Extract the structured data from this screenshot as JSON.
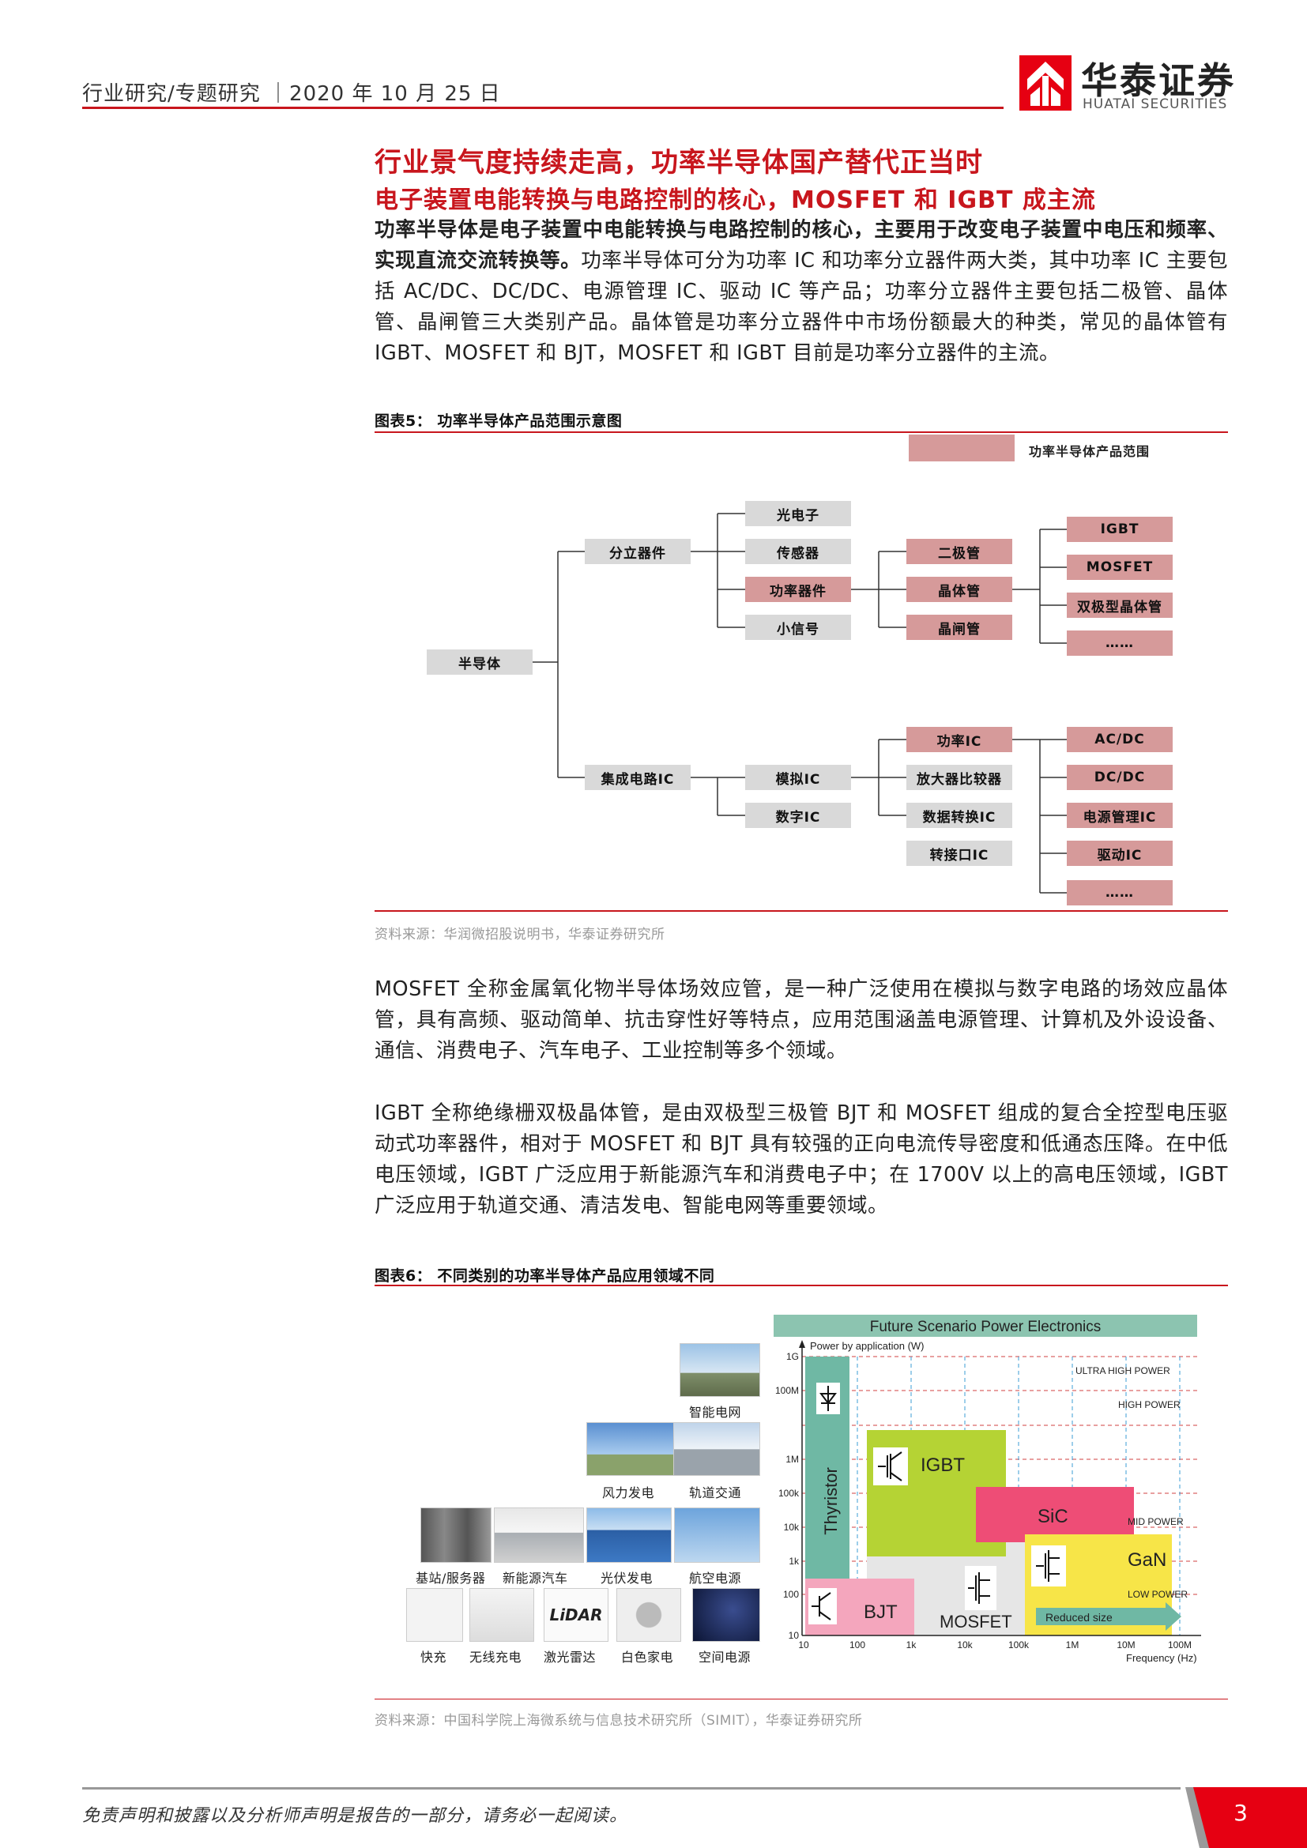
{
  "header": {
    "text": "行业研究/专题研究 ｜2020 年 10 月 25 日",
    "logo_cn": "华泰证券",
    "logo_en": "HUATAI SECURITIES"
  },
  "title1": "行业景气度持续走高，功率半导体国产替代正当时",
  "title2": "电子装置电能转换与电路控制的核心，MOSFET 和 IGBT 成主流",
  "para1_bold": "功率半导体是电子装置中电能转换与电路控制的核心，主要用于改变电子装置中电压和频率、实现直流交流转换等。",
  "para1_rest": "功率半导体可分为功率 IC 和功率分立器件两大类，其中功率 IC 主要包括 AC/DC、DC/DC、电源管理 IC、驱动 IC 等产品；功率分立器件主要包括二极管、晶体管、晶闸管三大类别产品。晶体管是功率分立器件中市场份额最大的种类，常见的晶体管有 IGBT、MOSFET 和 BJT，MOSFET 和 IGBT 目前是功率分立器件的主流。",
  "fig5": {
    "caption": "图表5：   功率半导体产品范围示意图",
    "legend": "功率半导体产品范围",
    "nodes": {
      "root": "半导体",
      "discrete": "分立器件",
      "ic": "集成电路IC",
      "opto": "光电子",
      "sensor": "传感器",
      "power_dev": "功率器件",
      "small_sig": "小信号",
      "diode": "二极管",
      "transistor": "晶体管",
      "thyristor": "晶闸管",
      "igbt": "IGBT",
      "mosfet": "MOSFET",
      "bjt": "双极型晶体管",
      "more1": "……",
      "analog": "模拟IC",
      "digital": "数字IC",
      "power_ic": "功率IC",
      "amp": "放大器比较器",
      "adc": "数据转换IC",
      "iface": "转接口IC",
      "acdc": "AC/DC",
      "dcdc": "DC/DC",
      "pmic": "电源管理IC",
      "driver": "驱动IC",
      "more2": "……"
    },
    "source": "资料来源：华润微招股说明书，华泰证券研究所"
  },
  "para2": "MOSFET 全称金属氧化物半导体场效应管，是一种广泛使用在模拟与数字电路的场效应晶体管，具有高频、驱动简单、抗击穿性好等特点，应用范围涵盖电源管理、计算机及外设设备、通信、消费电子、汽车电子、工业控制等多个领域。",
  "para3": "IGBT 全称绝缘栅双极晶体管，是由双极型三极管 BJT 和 MOSFET 组成的复合全控型电压驱动式功率器件，相对于 MOSFET 和 BJT 具有较强的正向电流传导密度和低通态压降。在中低电压领域，IGBT 广泛应用于新能源汽车和消费电子中；在 1700V 以上的高电压领域，IGBT 广泛应用于轨道交通、清洁发电、智能电网等重要领域。",
  "fig6": {
    "caption": "图表6：   不同类别的功率半导体产品应用领域不同",
    "apps": [
      "智能电网",
      "风力发电",
      "轨道交通",
      "基站/服务器",
      "新能源汽车",
      "光伏发电",
      "航空电源",
      "快充",
      "无线充电",
      "激光雷达",
      "白色家电",
      "空间电源"
    ],
    "lidar_text": "LiDAR",
    "chart_title": "Future Scenario Power Electronics",
    "y_axis_label": "Power by application (W)",
    "x_axis_label": "Frequency (Hz)",
    "y_ticks": [
      "1G",
      "100M",
      "1M",
      "100k",
      "10k",
      "1k",
      "100",
      "10"
    ],
    "x_ticks": [
      "10",
      "100",
      "1k",
      "10k",
      "100k",
      "1M",
      "10M",
      "100M"
    ],
    "levels": [
      "ULTRA HIGH POWER",
      "HIGH POWER",
      "MID POWER",
      "LOW POWER"
    ],
    "regions": {
      "thyristor": "Thyristor",
      "igbt": "IGBT",
      "sic": "SiC",
      "gan": "GaN",
      "bjt": "BJT",
      "mosfet": "MOSFET"
    },
    "arrow": "Reduced size",
    "colors": {
      "thyristor": "#6fb8a4",
      "igbt": "#b5d334",
      "sic": "#ee4d76",
      "gan": "#f7e548",
      "bjt": "#f4a6bd",
      "mosfet": "#e6e6e6"
    },
    "source": "资料来源：中国科学院上海微系统与信息技术研究所（SIMIT），华泰证券研究所"
  },
  "footer": {
    "text": "免责声明和披露以及分析师声明是报告的一部分，请务必一起阅读。",
    "page": "3"
  }
}
